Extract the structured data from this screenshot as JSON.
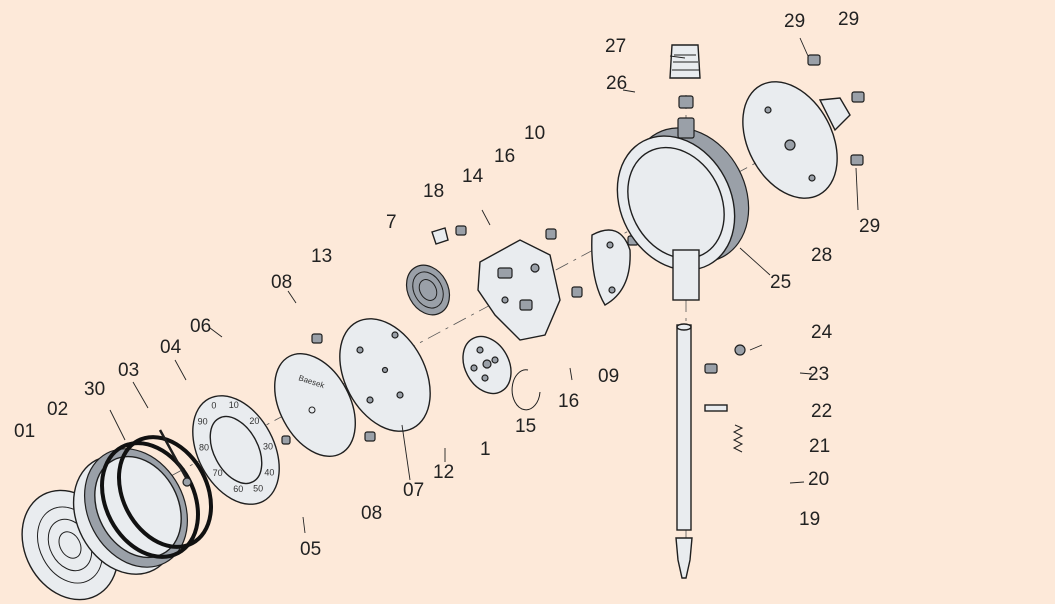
{
  "labels": {
    "l01": "01",
    "l02": "02",
    "l03": "03",
    "l04": "04",
    "l05": "05",
    "l06": "06",
    "l07": "07",
    "l08a": "08",
    "l08b": "08",
    "l09": "09",
    "l10": "10",
    "l12": "12",
    "l13": "13",
    "l14": "14",
    "l15": "15",
    "l16a": "16",
    "l16b": "16",
    "l18": "18",
    "l19": "19",
    "l20": "20",
    "l21": "21",
    "l22": "22",
    "l23": "23",
    "l24": "24",
    "l25": "25",
    "l26": "26",
    "l27": "27",
    "l28": "28",
    "l29a": "29",
    "l29b": "29",
    "l29c": "29",
    "l30": "30",
    "l1": "1",
    "l7": "7"
  },
  "dial": {
    "numbers": [
      "0",
      "10",
      "20",
      "30",
      "40",
      "50",
      "60",
      "70",
      "80",
      "90"
    ]
  },
  "logo_text": "Baesek",
  "colors": {
    "background": "#fde9d9",
    "line": "#1f1f1f",
    "metal": "#e9ecef"
  }
}
